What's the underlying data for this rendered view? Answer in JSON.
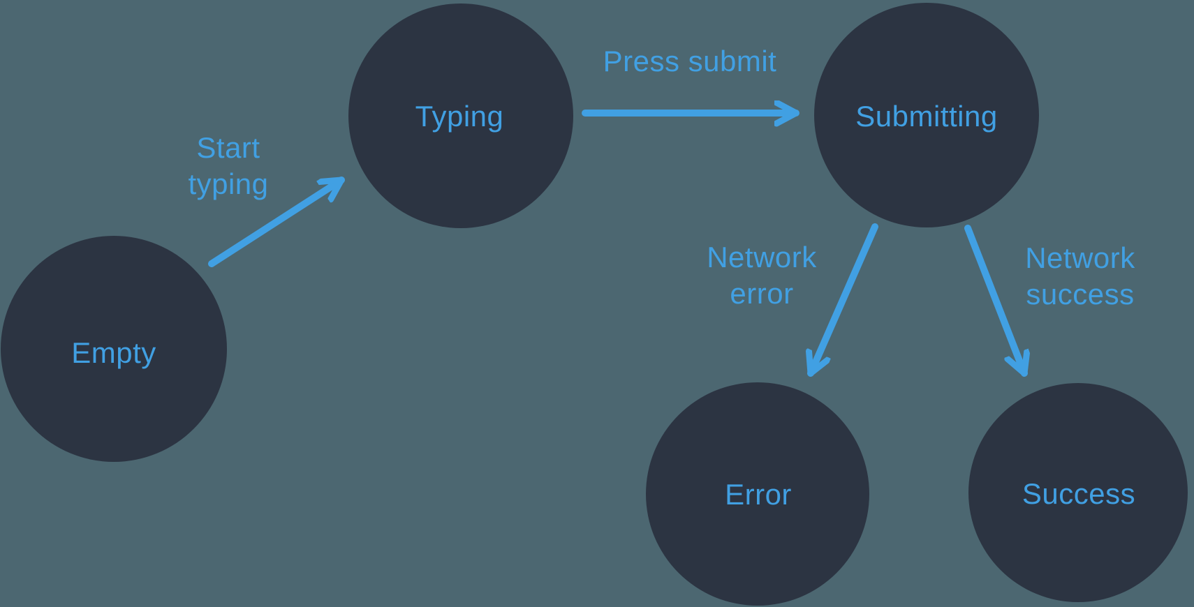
{
  "diagram": {
    "type": "state-machine",
    "nodes": [
      {
        "id": "empty",
        "label": "Empty"
      },
      {
        "id": "typing",
        "label": "Typing"
      },
      {
        "id": "submitting",
        "label": "Submitting"
      },
      {
        "id": "error",
        "label": "Error"
      },
      {
        "id": "success",
        "label": "Success"
      }
    ],
    "edges": [
      {
        "from": "empty",
        "to": "typing",
        "label": "Start typing",
        "label_lines": [
          "Start",
          "typing"
        ]
      },
      {
        "from": "typing",
        "to": "submitting",
        "label": "Press submit",
        "label_lines": [
          "Press submit"
        ]
      },
      {
        "from": "submitting",
        "to": "error",
        "label": "Network error",
        "label_lines": [
          "Network",
          "error"
        ]
      },
      {
        "from": "submitting",
        "to": "success",
        "label": "Network success",
        "label_lines": [
          "Network",
          "success"
        ]
      }
    ]
  },
  "colors": {
    "background": "#4C6771",
    "node_fill": "#2C3442",
    "accent_blue": "#41A0E3"
  }
}
